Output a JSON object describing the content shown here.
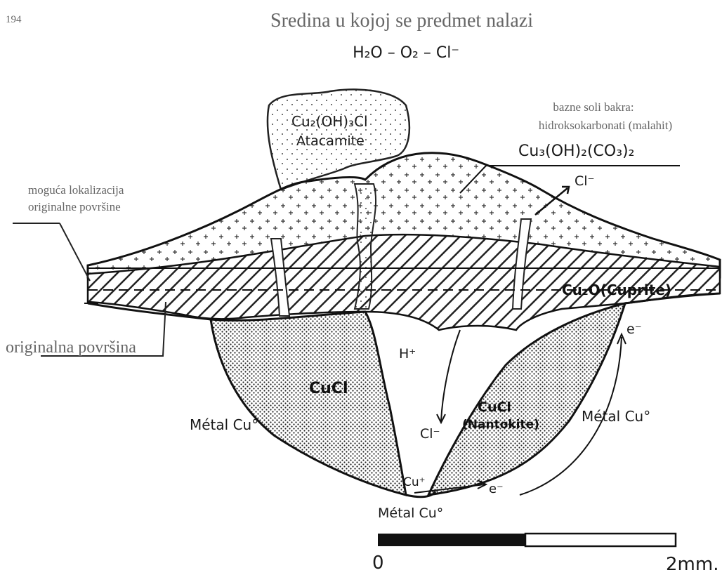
{
  "page_number": "194",
  "title": "Sredina u kojoj se predmet nalazi",
  "environment_formula": "H₂O – O₂ – Cl⁻",
  "labels": {
    "atacamite_formula": "Cu₂(OH)₃Cl",
    "atacamite_name": "Atacamite",
    "basic_salts_line1": "bazne soli bakra:",
    "basic_salts_line2": "hidroksokarbonati (malahit)",
    "malachite_formula": "Cu₃(OH)₂(CO₃)₂",
    "chloride_top": "Cl⁻",
    "original_surface_possible_line1": "moguća lokalizacija",
    "original_surface_possible_line2": "originalne površine",
    "cuprite": "Cu₂O(Cuprite)",
    "original_surface": "originalna površina",
    "hydrogen_ion": "H⁺",
    "cucl": "CuCl",
    "nantokite_formula": "CuCl",
    "nantokite_name": "(Nantokite)",
    "chloride_bottom": "Cl⁻",
    "metal_left": "Métal Cu°",
    "metal_right": "Métal Cu°",
    "metal_bottom": "Métal Cu°",
    "electron_top": "e⁻",
    "electron_bottom": "e⁻",
    "cu_plus": "Cu⁺"
  },
  "scale_bar": {
    "start_label": "0",
    "end_label": "2mm."
  },
  "fills": {
    "hatch_color": "#222222",
    "ink_color": "#111111",
    "text_gray": "#666666"
  }
}
